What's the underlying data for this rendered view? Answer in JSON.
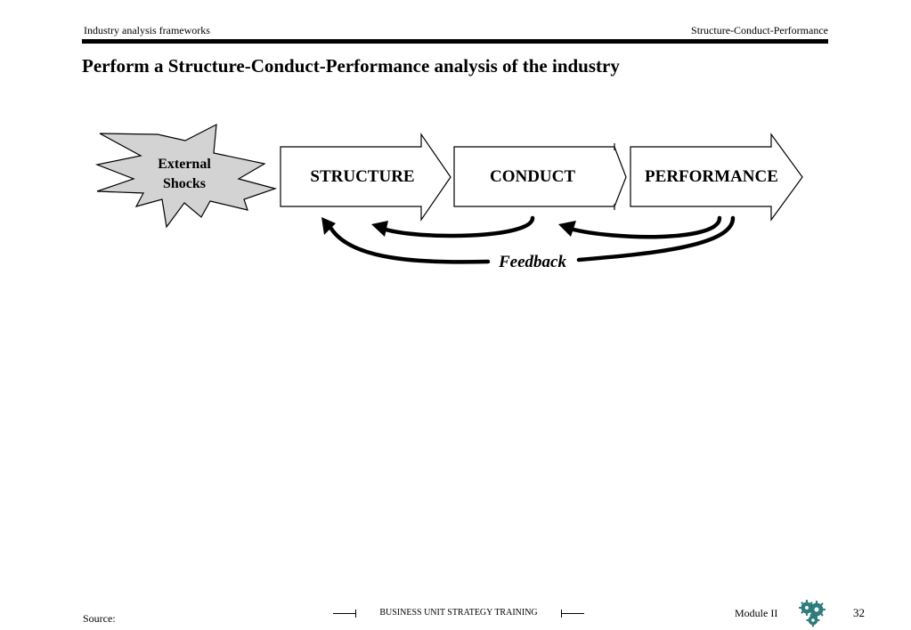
{
  "header": {
    "left": "Industry analysis frameworks",
    "right": "Structure-Conduct-Performance"
  },
  "title": "Perform a Structure-Conduct-Performance analysis of the industry",
  "diagram": {
    "shock": {
      "line1": "External",
      "line2": "Shocks",
      "fill": "#d3d3d3"
    },
    "boxes": [
      "STRUCTURE",
      "CONDUCT",
      "PERFORMANCE"
    ],
    "feedback_label": "Feedback"
  },
  "footer": {
    "source": "Source:",
    "center": "BUSINESS UNIT STRATEGY TRAINING",
    "module": "Module II",
    "page": "32",
    "logo_color": "#2e7d7d",
    "logo_icon": "gears-icon"
  }
}
